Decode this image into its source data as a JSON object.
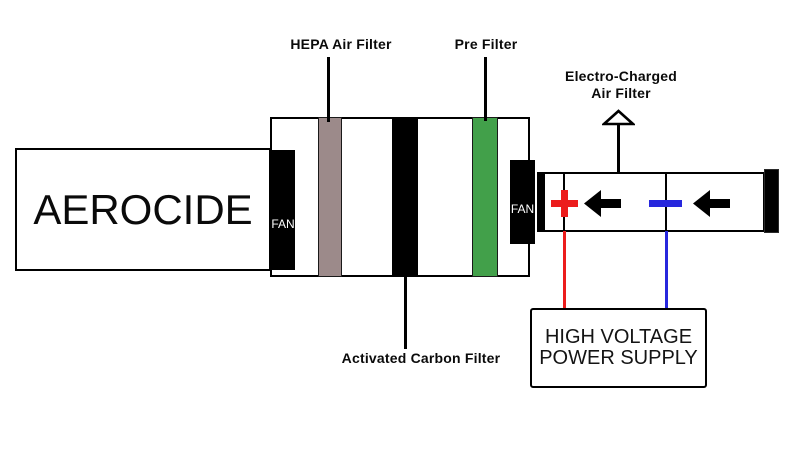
{
  "diagram": {
    "unit_label": "AEROCIDE",
    "fan_front_label": "FAN",
    "fan_rear_label": "FAN",
    "callouts": {
      "hepa": "HEPA Air Filter",
      "pre_filter": "Pre Filter",
      "carbon": "Activated Carbon Filter",
      "electro_line1": "Electro-Charged",
      "electro_line2": "Air Filter"
    },
    "power_supply": {
      "line1": "HIGH VOLTAGE",
      "line2": "POWER SUPPLY"
    },
    "colors": {
      "hepa_filter": "#9c8a8a",
      "pre_filter": "#42a04a",
      "positive": "#ec1c1c",
      "negative": "#2727dd",
      "outline": "#000000"
    }
  }
}
